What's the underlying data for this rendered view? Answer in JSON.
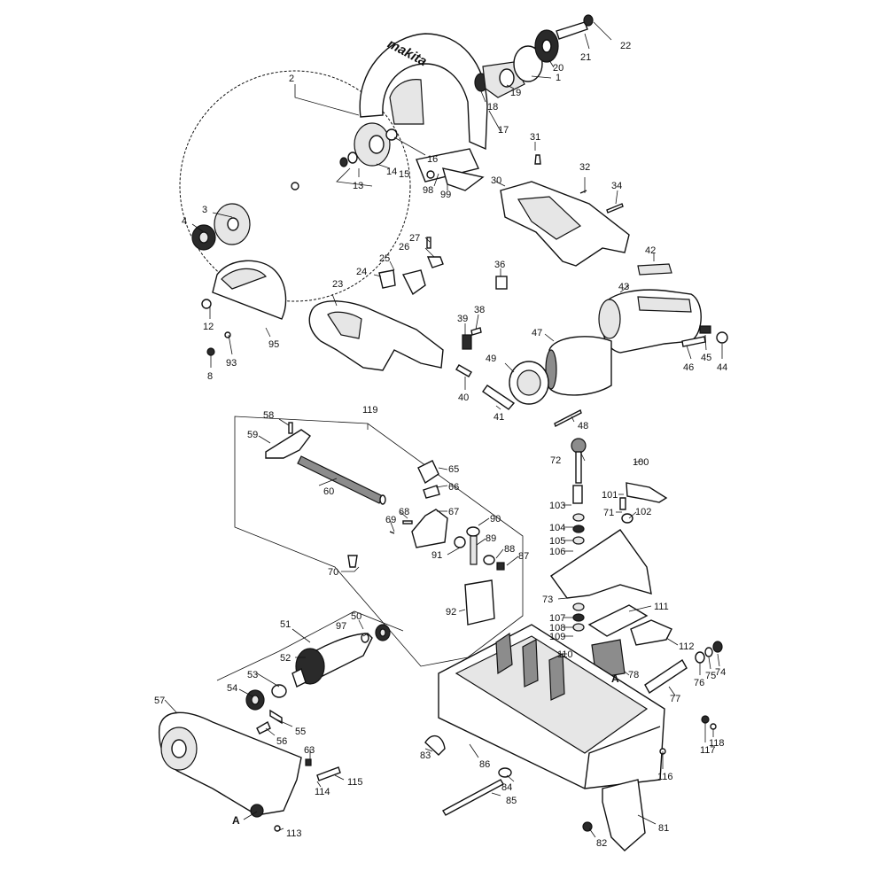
{
  "brand_text": "makita",
  "callouts": [
    {
      "id": "c2",
      "text": "2"
    },
    {
      "id": "c17",
      "text": "17"
    },
    {
      "id": "c18",
      "text": "18"
    },
    {
      "id": "c19",
      "text": "19"
    },
    {
      "id": "c1",
      "text": "1"
    },
    {
      "id": "c20",
      "text": "20"
    },
    {
      "id": "c21",
      "text": "21"
    },
    {
      "id": "c22",
      "text": "22"
    },
    {
      "id": "c16",
      "text": "16"
    },
    {
      "id": "c14",
      "text": "14"
    },
    {
      "id": "c15",
      "text": "15"
    },
    {
      "id": "c13",
      "text": "13"
    },
    {
      "id": "c98",
      "text": "98"
    },
    {
      "id": "c99",
      "text": "99"
    },
    {
      "id": "c31",
      "text": "31"
    },
    {
      "id": "c32",
      "text": "32"
    },
    {
      "id": "c34",
      "text": "34"
    },
    {
      "id": "c30",
      "text": "30"
    },
    {
      "id": "c3",
      "text": "3"
    },
    {
      "id": "c4",
      "text": "4"
    },
    {
      "id": "c27",
      "text": "27"
    },
    {
      "id": "c26",
      "text": "26"
    },
    {
      "id": "c25",
      "text": "25"
    },
    {
      "id": "c24",
      "text": "24"
    },
    {
      "id": "c36",
      "text": "36"
    },
    {
      "id": "c42",
      "text": "42"
    },
    {
      "id": "c23",
      "text": "23"
    },
    {
      "id": "c43",
      "text": "43"
    },
    {
      "id": "c12",
      "text": "12"
    },
    {
      "id": "c95",
      "text": "95"
    },
    {
      "id": "c93",
      "text": "93"
    },
    {
      "id": "c8",
      "text": "8"
    },
    {
      "id": "c39",
      "text": "39"
    },
    {
      "id": "c38",
      "text": "38"
    },
    {
      "id": "c47",
      "text": "47"
    },
    {
      "id": "c49",
      "text": "49"
    },
    {
      "id": "c45",
      "text": "45"
    },
    {
      "id": "c44",
      "text": "44"
    },
    {
      "id": "c46",
      "text": "46"
    },
    {
      "id": "c40",
      "text": "40"
    },
    {
      "id": "c41",
      "text": "41"
    },
    {
      "id": "c48",
      "text": "48"
    },
    {
      "id": "c119",
      "text": "119"
    },
    {
      "id": "c58",
      "text": "58"
    },
    {
      "id": "c59",
      "text": "59"
    },
    {
      "id": "c65",
      "text": "65"
    },
    {
      "id": "c66",
      "text": "66"
    },
    {
      "id": "c60",
      "text": "60"
    },
    {
      "id": "c68",
      "text": "68"
    },
    {
      "id": "c67",
      "text": "67"
    },
    {
      "id": "c69",
      "text": "69"
    },
    {
      "id": "c90",
      "text": "90"
    },
    {
      "id": "c89",
      "text": "89"
    },
    {
      "id": "c91",
      "text": "91"
    },
    {
      "id": "c88",
      "text": "88"
    },
    {
      "id": "c87",
      "text": "87"
    },
    {
      "id": "c70",
      "text": "70"
    },
    {
      "id": "c92",
      "text": "92"
    },
    {
      "id": "c72",
      "text": "72"
    },
    {
      "id": "c100",
      "text": "100"
    },
    {
      "id": "c101",
      "text": "101"
    },
    {
      "id": "c103",
      "text": "103"
    },
    {
      "id": "c71",
      "text": "71"
    },
    {
      "id": "c102",
      "text": "102"
    },
    {
      "id": "c104",
      "text": "104"
    },
    {
      "id": "c105",
      "text": "105"
    },
    {
      "id": "c106",
      "text": "106"
    },
    {
      "id": "c73",
      "text": "73"
    },
    {
      "id": "c107",
      "text": "107"
    },
    {
      "id": "c111",
      "text": "111"
    },
    {
      "id": "c108",
      "text": "108"
    },
    {
      "id": "c109",
      "text": "109"
    },
    {
      "id": "c112",
      "text": "112"
    },
    {
      "id": "c110",
      "text": "110"
    },
    {
      "id": "c76",
      "text": "76"
    },
    {
      "id": "c75",
      "text": "75"
    },
    {
      "id": "c74",
      "text": "74"
    },
    {
      "id": "c78",
      "text": "78"
    },
    {
      "id": "c77",
      "text": "77"
    },
    {
      "id": "c51",
      "text": "51"
    },
    {
      "id": "c50",
      "text": "50"
    },
    {
      "id": "c97",
      "text": "97"
    },
    {
      "id": "c52",
      "text": "52"
    },
    {
      "id": "c53",
      "text": "53"
    },
    {
      "id": "c54",
      "text": "54"
    },
    {
      "id": "c57",
      "text": "57"
    },
    {
      "id": "c56",
      "text": "56"
    },
    {
      "id": "c55",
      "text": "55"
    },
    {
      "id": "c83",
      "text": "83"
    },
    {
      "id": "c86",
      "text": "86"
    },
    {
      "id": "c63",
      "text": "63"
    },
    {
      "id": "c115",
      "text": "115"
    },
    {
      "id": "c114",
      "text": "114"
    },
    {
      "id": "c84",
      "text": "84"
    },
    {
      "id": "c116",
      "text": "116"
    },
    {
      "id": "c117",
      "text": "117"
    },
    {
      "id": "c118",
      "text": "118"
    },
    {
      "id": "c85",
      "text": "85"
    },
    {
      "id": "c81",
      "text": "81"
    },
    {
      "id": "c82",
      "text": "82"
    },
    {
      "id": "c113",
      "text": "113"
    },
    {
      "id": "cA1",
      "text": "A"
    },
    {
      "id": "cA2",
      "text": "A"
    }
  ]
}
